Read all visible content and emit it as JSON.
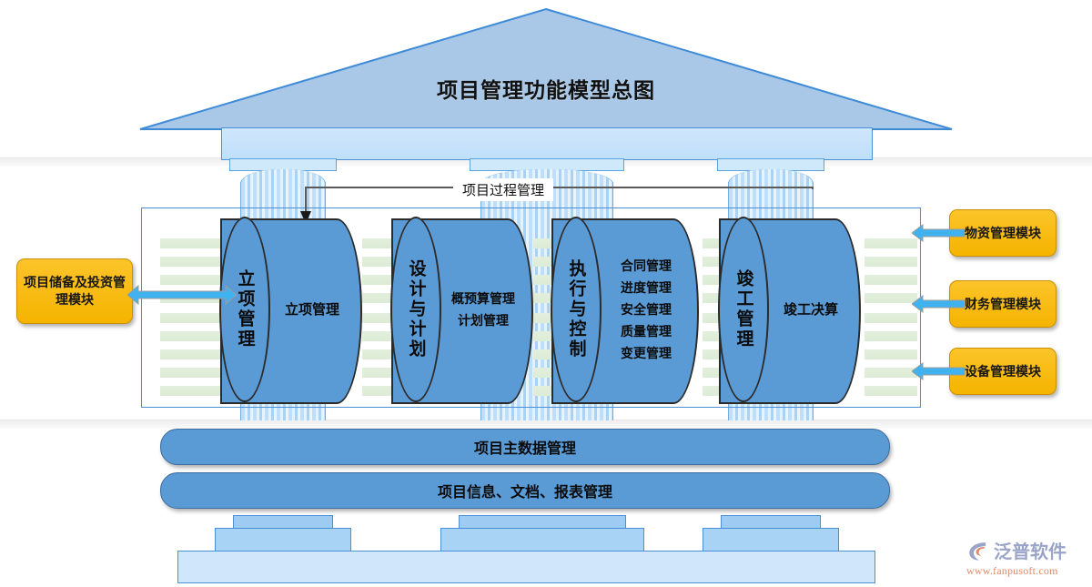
{
  "diagram": {
    "title": "项目管理功能模型总图",
    "process_label": "项目过程管理"
  },
  "left_modules": [
    {
      "label": "项目储备及投资管理模块"
    }
  ],
  "right_modules": [
    {
      "label": "物资管理模块"
    },
    {
      "label": "财务管理模块"
    },
    {
      "label": "设备管理模块"
    }
  ],
  "cylinders": [
    {
      "cap": "立项管理",
      "items": [
        "立项管理"
      ]
    },
    {
      "cap": "设计与计划",
      "items": [
        "概预算管理",
        "计划管理"
      ]
    },
    {
      "cap": "执行与控制",
      "items": [
        "合同管理",
        "进度管理",
        "安全管理",
        "质量管理",
        "变更管理"
      ]
    },
    {
      "cap": "竣工管理",
      "items": [
        "竣工决算"
      ]
    }
  ],
  "foundation_bars": [
    {
      "label": "项目主数据管理"
    },
    {
      "label": "项目信息、文档、报表管理"
    }
  ],
  "logo": {
    "name": "泛普软件",
    "url": "www.fanpusoft.com"
  },
  "colors": {
    "roof": "#A9C8E8",
    "cylinder": "#5B9BD5",
    "module_orange": "#F5B400",
    "arrow_blue": "#3FB2EF",
    "frame_blue": "#4A90D9",
    "stripe_green": "#DFEDD8"
  }
}
